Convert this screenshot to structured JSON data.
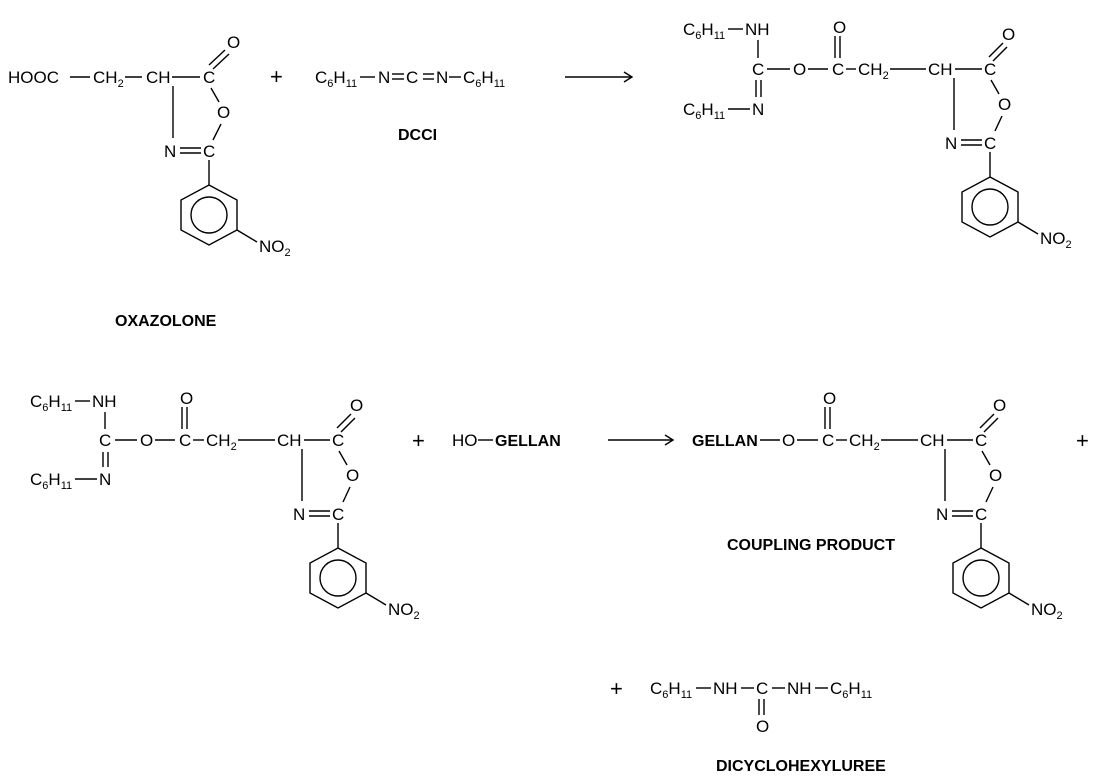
{
  "labels": {
    "oxazolone": "OXAZOLONE",
    "dcci": "DCCI",
    "coupling_product": "COUPLING PRODUCT",
    "dicyclohexyluree": "DICYCLOHEXYLUREE",
    "gellan": "GELLAN"
  },
  "atoms": {
    "hooc": "HOOC",
    "ch2_main": "CH",
    "ch2_sub": "2",
    "ch": "CH",
    "c": "C",
    "o": "O",
    "n": "N",
    "nh": "NH",
    "no2_main": "NO",
    "no2_sub": "2",
    "c6_main": "C",
    "c6_sub": "6",
    "h11_main": "H",
    "h11_sub": "11",
    "ho": "HO"
  },
  "symbols": {
    "plus": "+"
  }
}
